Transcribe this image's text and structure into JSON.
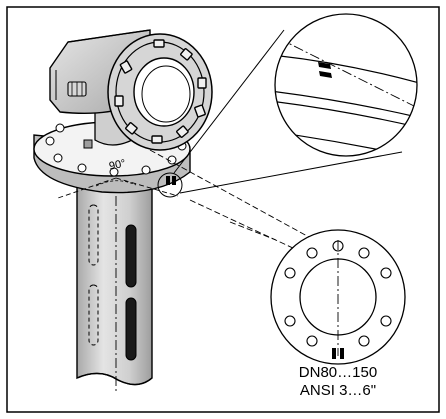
{
  "figure": {
    "angle_label": "90°",
    "flange_size_label": "DN80…150",
    "flange_ansi_label": "ANSI 3…6\""
  },
  "colors": {
    "line": "#000000",
    "housing_shade": "#bdbdbd",
    "housing_light": "#e2e2e2",
    "pipe_shade": "#c8c8c8"
  }
}
